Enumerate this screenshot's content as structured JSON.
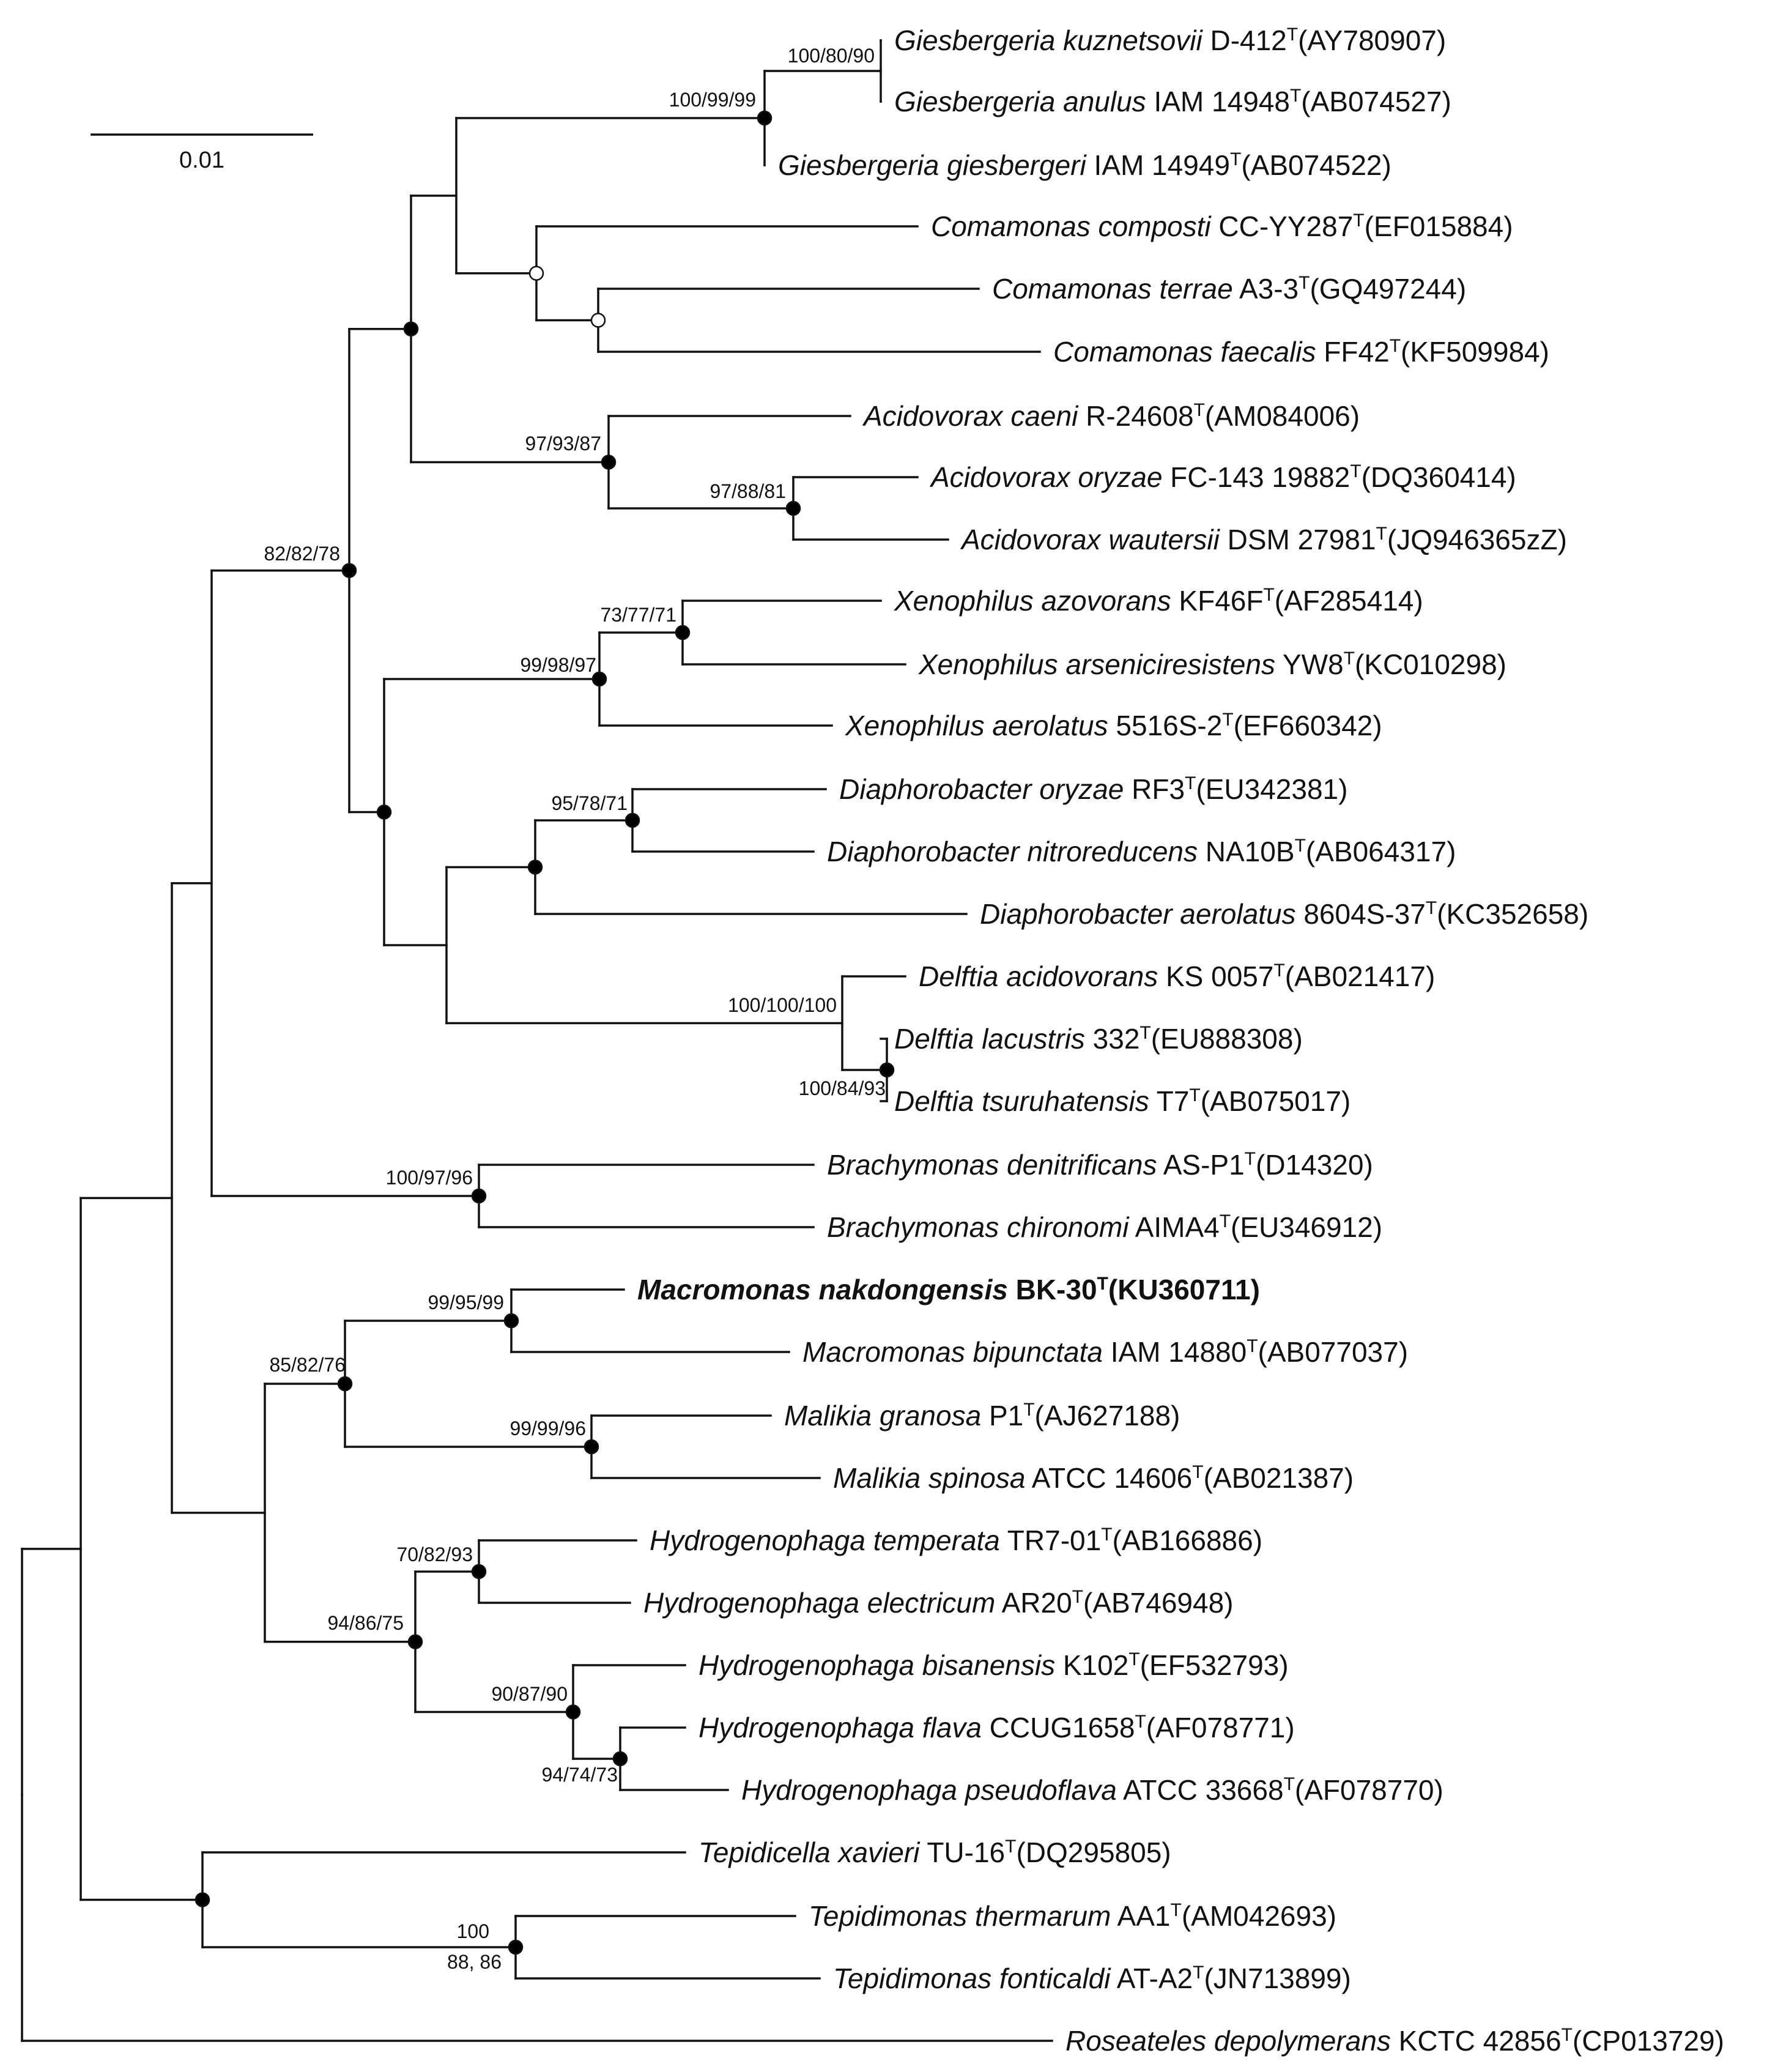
{
  "scale_bar": {
    "label": "0.01"
  },
  "taxa": [
    {
      "id": "gkuz",
      "genus_species": "Giesbergeria kuznetsovii",
      "strain": "D-412",
      "type_mark": "T",
      "accession": "(AY780907)"
    },
    {
      "id": "gan",
      "genus_species": "Giesbergeria anulus",
      "strain": "IAM 14948",
      "type_mark": "T",
      "accession": "(AB074527)"
    },
    {
      "id": "ggie",
      "genus_species": "Giesbergeria giesbergeri",
      "strain": "IAM 14949",
      "type_mark": "T",
      "accession": "(AB074522)"
    },
    {
      "id": "ccomp",
      "genus_species": "Comamonas composti",
      "strain": "CC-YY287",
      "type_mark": "T",
      "accession": "(EF015884)"
    },
    {
      "id": "cter",
      "genus_species": "Comamonas terrae",
      "strain": "A3-3",
      "type_mark": "T",
      "accession": "(GQ497244)"
    },
    {
      "id": "cfae",
      "genus_species": "Comamonas faecalis",
      "strain": "FF42",
      "type_mark": "T",
      "accession": "(KF509984)"
    },
    {
      "id": "acae",
      "genus_species": "Acidovorax caeni",
      "strain": "R-24608",
      "type_mark": "T",
      "accession": "(AM084006)"
    },
    {
      "id": "aory",
      "genus_species": "Acidovorax oryzae",
      "strain": "FC-143 19882",
      "type_mark": "T",
      "accession": "(DQ360414)"
    },
    {
      "id": "awau",
      "genus_species": "Acidovorax wautersii",
      "strain": "DSM 27981",
      "type_mark": "T",
      "accession": "(JQ946365zZ)"
    },
    {
      "id": "xazo",
      "genus_species": "Xenophilus azovorans",
      "strain": "KF46F",
      "type_mark": "T",
      "accession": "(AF285414)"
    },
    {
      "id": "xars",
      "genus_species": "Xenophilus arseniciresistens",
      "strain": "YW8",
      "type_mark": "T",
      "accession": "(KC010298)"
    },
    {
      "id": "xaer",
      "genus_species": "Xenophilus aerolatus",
      "strain": "5516S-2",
      "type_mark": "T",
      "accession": "(EF660342)"
    },
    {
      "id": "dory",
      "genus_species": "Diaphorobacter oryzae",
      "strain": "RF3",
      "type_mark": "T",
      "accession": "(EU342381)"
    },
    {
      "id": "dnit",
      "genus_species": "Diaphorobacter nitroreducens",
      "strain": "NA10B",
      "type_mark": "T",
      "accession": "(AB064317)"
    },
    {
      "id": "daer",
      "genus_species": "Diaphorobacter aerolatus",
      "strain": "8604S-37",
      "type_mark": "T",
      "accession": "(KC352658)"
    },
    {
      "id": "dacid",
      "genus_species": "Delftia acidovorans",
      "strain": "KS 0057",
      "type_mark": "T",
      "accession": "(AB021417)"
    },
    {
      "id": "dlac",
      "genus_species": "Delftia lacustris",
      "strain": "332",
      "type_mark": "T",
      "accession": "(EU888308)"
    },
    {
      "id": "dtsu",
      "genus_species": "Delftia tsuruhatensis",
      "strain": "T7",
      "type_mark": "T",
      "accession": "(AB075017)"
    },
    {
      "id": "bden",
      "genus_species": "Brachymonas denitrificans",
      "strain": "AS-P1",
      "type_mark": "T",
      "accession": "(D14320)"
    },
    {
      "id": "bchi",
      "genus_species": "Brachymonas chironomi",
      "strain": "AIMA4",
      "type_mark": "T",
      "accession": "(EU346912)"
    },
    {
      "id": "mnak",
      "genus_species": "Macromonas nakdongensis",
      "strain": "BK-30",
      "type_mark": "T",
      "accession": "(KU360711)"
    },
    {
      "id": "mbip",
      "genus_species": "Macromonas bipunctata",
      "strain": "IAM 14880",
      "type_mark": "T",
      "accession": "(AB077037)"
    },
    {
      "id": "mgra",
      "genus_species": "Malikia granosa",
      "strain": "P1",
      "type_mark": "T",
      "accession": "(AJ627188)"
    },
    {
      "id": "mspi",
      "genus_species": "Malikia spinosa",
      "strain": "ATCC 14606",
      "type_mark": "T",
      "accession": "(AB021387)"
    },
    {
      "id": "htem",
      "genus_species": "Hydrogenophaga temperata",
      "strain": "TR7-01",
      "type_mark": "T",
      "accession": "(AB166886)"
    },
    {
      "id": "hele",
      "genus_species": "Hydrogenophaga electricum",
      "strain": "AR20",
      "type_mark": "T",
      "accession": "(AB746948)"
    },
    {
      "id": "hbis",
      "genus_species": "Hydrogenophaga bisanensis",
      "strain": "K102",
      "type_mark": "T",
      "accession": "(EF532793)"
    },
    {
      "id": "hfla",
      "genus_species": "Hydrogenophaga flava",
      "strain": "CCUG1658",
      "type_mark": "T",
      "accession": "(AF078771)"
    },
    {
      "id": "hpse",
      "genus_species": "Hydrogenophaga pseudoflava",
      "strain": "ATCC 33668",
      "type_mark": "T",
      "accession": "(AF078770)"
    },
    {
      "id": "txav",
      "genus_species": "Tepidicella xavieri",
      "strain": "TU-16",
      "type_mark": "T",
      "accession": "(DQ295805)"
    },
    {
      "id": "tthe",
      "genus_species": "Tepidimonas thermarum",
      "strain": "AA1",
      "type_mark": "T",
      "accession": "(AM042693)"
    },
    {
      "id": "tfon",
      "genus_species": "Tepidimonas fonticaldi",
      "strain": "AT-A2",
      "type_mark": "T",
      "accession": "(JN713899)"
    },
    {
      "id": "rdep",
      "genus_species": "Roseateles depolymerans",
      "strain": "KCTC 42856",
      "type_mark": "T",
      "accession": "(CP013729)"
    }
  ],
  "bootstrap": [
    {
      "id": "b_gkuz",
      "text": "100/80/90"
    },
    {
      "id": "b_gies",
      "text": "100/99/99"
    },
    {
      "id": "b_acid",
      "text": "97/93/87"
    },
    {
      "id": "b_aory",
      "text": "97/88/81"
    },
    {
      "id": "b_upper",
      "text": "82/82/78"
    },
    {
      "id": "b_xazo",
      "text": "73/77/71"
    },
    {
      "id": "b_xeno",
      "text": "99/98/97"
    },
    {
      "id": "b_dory",
      "text": "95/78/71"
    },
    {
      "id": "b_delf",
      "text": "100/100/100"
    },
    {
      "id": "b_dlac",
      "text": "100/84/93"
    },
    {
      "id": "b_brac",
      "text": "100/97/96"
    },
    {
      "id": "b_macro",
      "text": "99/95/99"
    },
    {
      "id": "b_mm",
      "text": "85/82/76"
    },
    {
      "id": "b_mali",
      "text": "99/99/96"
    },
    {
      "id": "b_htem",
      "text": "70/82/93"
    },
    {
      "id": "b_hydro",
      "text": "94/86/75"
    },
    {
      "id": "b_hbis",
      "text": "90/87/90"
    },
    {
      "id": "b_hfla",
      "text": "94/74/73"
    },
    {
      "id": "b_tepi1",
      "text": "100"
    },
    {
      "id": "b_tepi2",
      "text": "88, 86"
    }
  ]
}
